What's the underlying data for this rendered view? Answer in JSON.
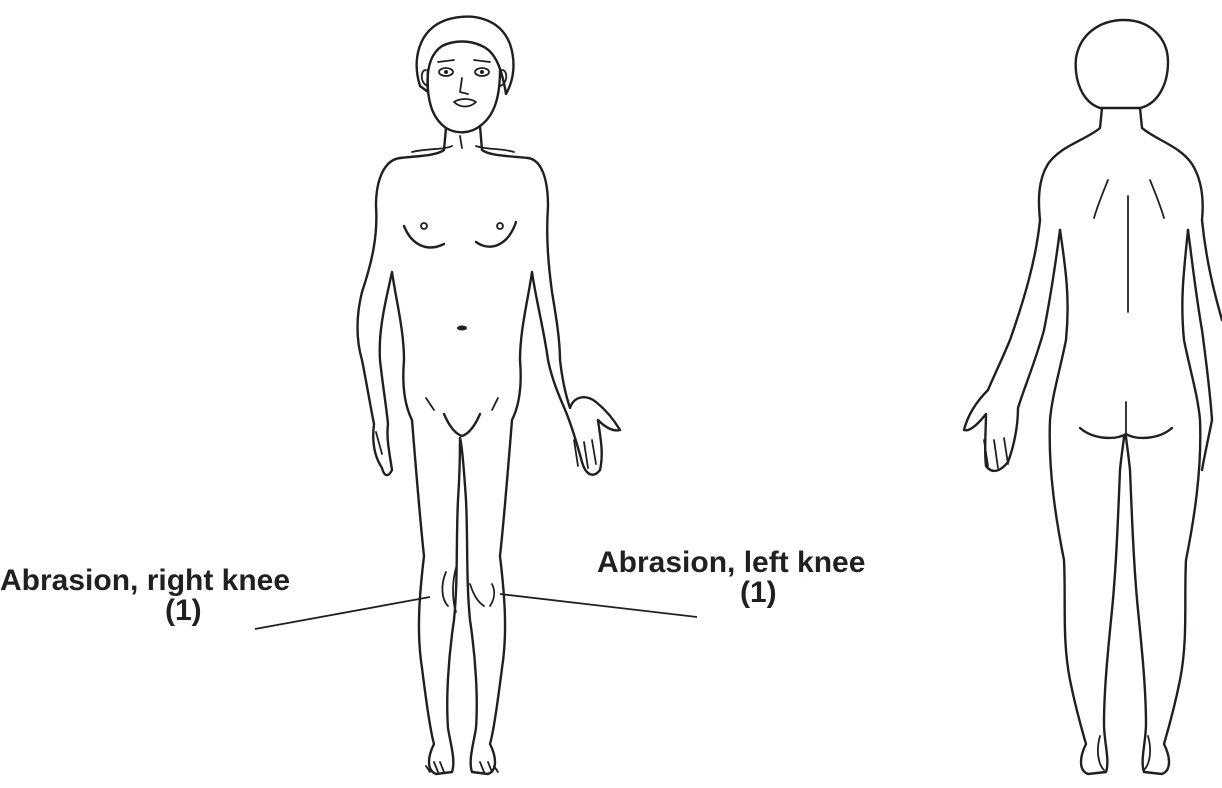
{
  "annotations": [
    {
      "id": "right-knee",
      "line1": "Abrasion, right knee",
      "line2": "(1)"
    },
    {
      "id": "left-knee",
      "line1": "Abrasion, left knee",
      "line2": "(1)"
    }
  ],
  "colors": {
    "ink": "#231f20",
    "background": "#ffffff"
  },
  "figures": [
    "front-view-body-outline",
    "back-view-body-outline"
  ]
}
